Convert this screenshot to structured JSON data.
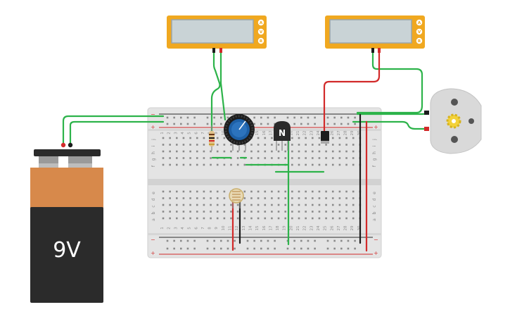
{
  "battery": {
    "label": "9V"
  },
  "multimeter_1": {
    "buttons": [
      "A",
      "V",
      "R"
    ]
  },
  "multimeter_2": {
    "buttons": [
      "A",
      "V",
      "R"
    ]
  },
  "transistor": {
    "label": "N"
  },
  "breadboard": {
    "top_row_letters": [
      "j",
      "i",
      "h",
      "g",
      "f"
    ],
    "bottom_row_letters": [
      "e",
      "d",
      "c",
      "b",
      "a"
    ],
    "column_numbers": [
      "1",
      "2",
      "3",
      "4",
      "5",
      "6",
      "7",
      "8",
      "9",
      "10",
      "11",
      "12",
      "13",
      "14",
      "15",
      "16",
      "17",
      "18",
      "19",
      "20",
      "21",
      "22",
      "23",
      "24",
      "25",
      "26",
      "27",
      "28",
      "29",
      "30"
    ],
    "rail_minus": "−",
    "rail_plus": "+"
  },
  "colors": {
    "multimeter_body": "#f0a820",
    "multimeter_screen": "#c9d3d6",
    "wire_green": "#2db34a",
    "wire_red": "#d22a2a",
    "wire_black": "#1c1c1c",
    "battery_top": "#d7894b",
    "battery_body": "#2b2b2b",
    "breadboard": "#e6e6e6",
    "motor_body": "#d9d9d9",
    "motor_gear": "#f3d23a",
    "pot_knob": "#1d5fa5"
  }
}
